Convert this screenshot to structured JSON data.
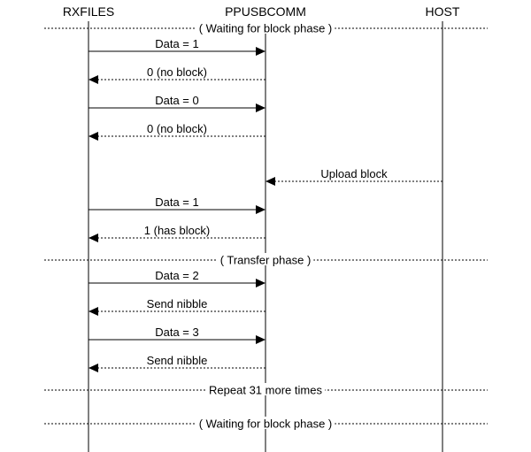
{
  "participants": [
    {
      "id": "rxfiles",
      "label": "RXFILES"
    },
    {
      "id": "ppusbcomm",
      "label": "PPUSBCOMM"
    },
    {
      "id": "host",
      "label": "HOST"
    }
  ],
  "steps": [
    {
      "kind": "divider",
      "label": "( Waiting for block phase )"
    },
    {
      "kind": "message",
      "from": "rxfiles",
      "to": "ppusbcomm",
      "style": "solid",
      "label": "Data = 1"
    },
    {
      "kind": "message",
      "from": "ppusbcomm",
      "to": "rxfiles",
      "style": "dashed",
      "label": "0 (no block)"
    },
    {
      "kind": "message",
      "from": "rxfiles",
      "to": "ppusbcomm",
      "style": "solid",
      "label": "Data = 0"
    },
    {
      "kind": "message",
      "from": "ppusbcomm",
      "to": "rxfiles",
      "style": "dashed",
      "label": "0 (no block)"
    },
    {
      "kind": "spacer"
    },
    {
      "kind": "message",
      "from": "host",
      "to": "ppusbcomm",
      "style": "dashed",
      "label": "Upload block"
    },
    {
      "kind": "message",
      "from": "rxfiles",
      "to": "ppusbcomm",
      "style": "solid",
      "label": "Data = 1"
    },
    {
      "kind": "message",
      "from": "ppusbcomm",
      "to": "rxfiles",
      "style": "dashed",
      "label": "1 (has block)"
    },
    {
      "kind": "divider",
      "label": "( Transfer phase )"
    },
    {
      "kind": "message",
      "from": "rxfiles",
      "to": "ppusbcomm",
      "style": "solid",
      "label": "Data = 2"
    },
    {
      "kind": "message",
      "from": "ppusbcomm",
      "to": "rxfiles",
      "style": "dashed",
      "label": "Send nibble"
    },
    {
      "kind": "message",
      "from": "rxfiles",
      "to": "ppusbcomm",
      "style": "solid",
      "label": "Data = 3"
    },
    {
      "kind": "message",
      "from": "ppusbcomm",
      "to": "rxfiles",
      "style": "dashed",
      "label": "Send nibble"
    },
    {
      "kind": "divider",
      "label": "Repeat 31 more times"
    },
    {
      "kind": "divider",
      "label": "( Waiting for block phase )"
    }
  ]
}
